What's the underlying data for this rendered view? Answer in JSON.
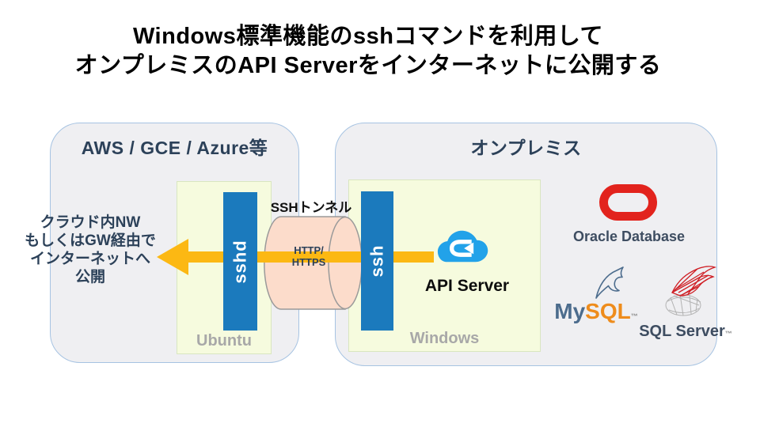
{
  "title": {
    "line1": "Windows標準機能のsshコマンドを利用して",
    "line2": "オンプレミスのAPI Serverをインターネットに公開する"
  },
  "cloud": {
    "header": "AWS / GCE / Azure等",
    "os_label": "Ubuntu",
    "process_label": "sshd",
    "note_lines": [
      "クラウド内NW",
      "もしくはGW経由で",
      "インターネットへ",
      "公開"
    ]
  },
  "onprem": {
    "header": "オンプレミス",
    "os_label": "Windows",
    "process_label": "ssh",
    "server_label": "API Server"
  },
  "tunnel": {
    "label": "SSHトンネル",
    "protocols": [
      "HTTP/",
      "HTTPS"
    ]
  },
  "databases": {
    "oracle": {
      "label": "Oracle Database"
    },
    "mysql": {
      "prefix": "My",
      "suffix": "SQL",
      "trademark": "™"
    },
    "sqlserver": {
      "label": "SQL Server",
      "trademark": "™"
    }
  },
  "icons": {
    "api_cloud": "api-server-cloud-icon",
    "oracle_ring": "oracle-logo-icon",
    "mysql_dolphin": "mysql-dolphin-icon",
    "sqlserver_wing": "sql-server-logo-icon",
    "tunnel_cylinder": "ssh-tunnel-cylinder",
    "flow_arrow": "left-flow-arrow"
  },
  "colors": {
    "navy": "#2c4159",
    "box-fill": "#efeff2",
    "box-border": "#a6c3e2",
    "os-fill": "#f6fbde",
    "os-border": "#d9e6c0",
    "os-text": "#a8a8a8",
    "bar-blue": "#1b7abd",
    "arrow": "#fcb813",
    "cyl-fill": "#fcdccb",
    "cyl-stroke": "#9a9a9a",
    "oracle-red": "#e2231d",
    "db-text": "#3e4d61",
    "mysql-blue": "#4c6c8d",
    "mysql-orange": "#ee8c1c",
    "api-cloud-blue": "#22a2e9"
  }
}
